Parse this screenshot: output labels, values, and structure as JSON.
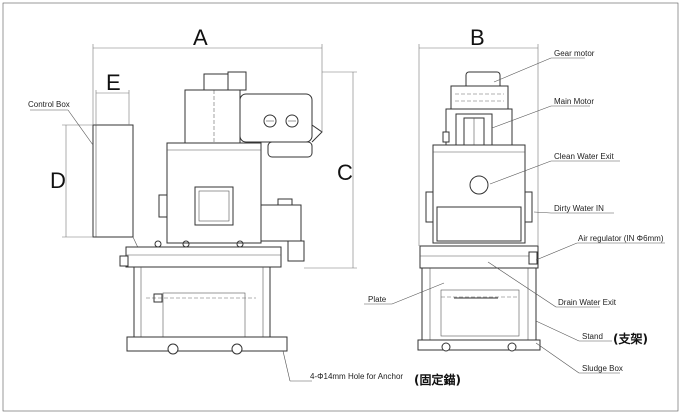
{
  "dimensions": {
    "a": "A",
    "b": "B",
    "c": "C",
    "d": "D",
    "e": "E"
  },
  "labels": {
    "control_box": "Control Box",
    "gear_motor": "Gear motor",
    "main_motor": "Main Motor",
    "clean_water_exit": "Clean Water Exit",
    "dirty_water_in": "Dirty Water IN",
    "air_regulator": "Air regulator (IN Φ6mm)",
    "plate": "Plate",
    "drain_water_exit": "Drain Water Exit",
    "stand": "Stand",
    "stand_cn": "(支架)",
    "sludge_box": "Sludge Box",
    "anchor_hole": "4-Φ14mm Hole for Anchor",
    "anchor_hole_cn": "(固定錨)"
  }
}
